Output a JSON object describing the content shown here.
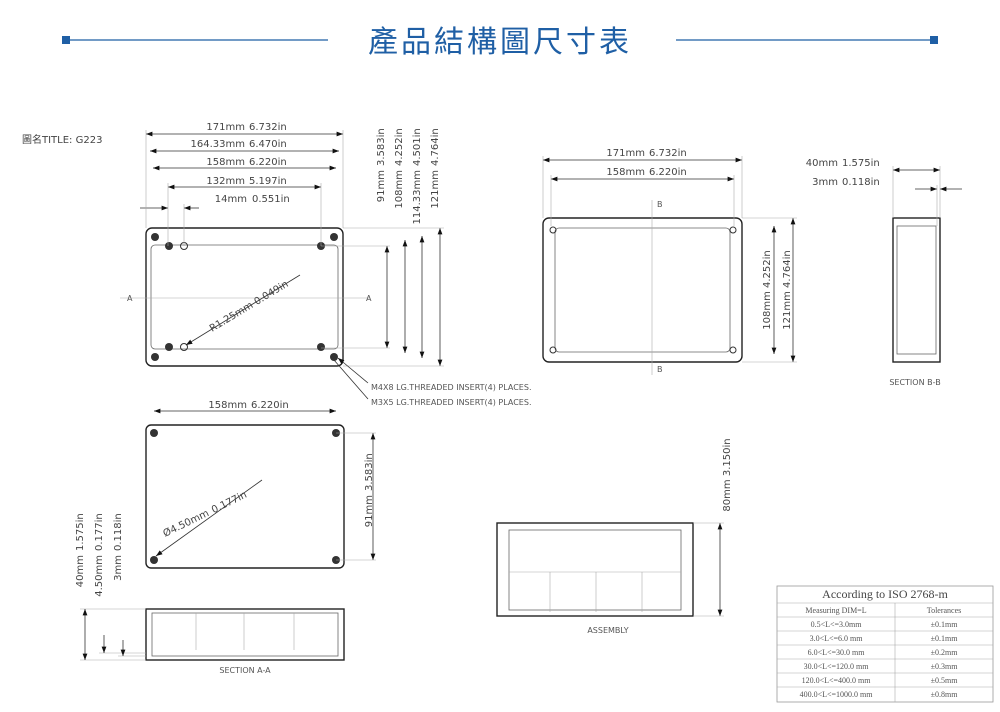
{
  "header": {
    "title": "產品結構圖尺寸表",
    "accent_color": "#1f5fa5"
  },
  "drawing_title": "圖名TITLE: G223",
  "top_view": {
    "dims_h": [
      {
        "mm": "171mm",
        "in": "6.732in"
      },
      {
        "mm": "164.33mm",
        "in": "6.470in"
      },
      {
        "mm": "158mm",
        "in": "6.220in"
      },
      {
        "mm": "132mm",
        "in": "5.197in"
      },
      {
        "mm": "14mm",
        "in": "0.551in"
      }
    ],
    "dims_v": [
      {
        "mm": "91mm",
        "in": "3.583in"
      },
      {
        "mm": "108mm",
        "in": "4.252in"
      },
      {
        "mm": "114.33mm",
        "in": "4.501in"
      },
      {
        "mm": "121mm",
        "in": "4.764in"
      }
    ],
    "radius": {
      "mm": "R1.25mm",
      "in": "0.049in"
    },
    "section_mark": "A",
    "callout_1": "M4X8 LG.THREADED INSERT(4) PLACES.",
    "callout_2": "M3X5 LG.THREADED INSERT(4) PLACES."
  },
  "bottom_view": {
    "dim_h": {
      "mm": "158mm",
      "in": "6.220in"
    },
    "dim_v": {
      "mm": "91mm",
      "in": "3.583in"
    },
    "hole": {
      "mm": "Ø4.50mm",
      "in": "0.177in"
    }
  },
  "section_a": {
    "label": "SECTION A-A",
    "dims": [
      {
        "mm": "40mm",
        "in": "1.575in"
      },
      {
        "mm": "4.50mm",
        "in": "0.177in"
      },
      {
        "mm": "3mm",
        "in": "0.118in"
      }
    ]
  },
  "lid_view": {
    "dims_h": [
      {
        "mm": "171mm",
        "in": "6.732in"
      },
      {
        "mm": "158mm",
        "in": "6.220in"
      }
    ],
    "dims_v": [
      {
        "mm": "108mm",
        "in": "4.252in"
      },
      {
        "mm": "121mm",
        "in": "4.764in"
      }
    ],
    "section_mark": "B"
  },
  "section_b": {
    "label": "SECTION B-B",
    "dims": [
      {
        "mm": "40mm",
        "in": "1.575in"
      },
      {
        "mm": "3mm",
        "in": "0.118in"
      }
    ]
  },
  "assembly": {
    "label": "ASSEMBLY",
    "dim": {
      "mm": "80mm",
      "in": "3.150in"
    }
  },
  "tolerance_table": {
    "title": "According to ISO 2768-m",
    "headers": [
      "Measuring  DIM=L",
      "Tolerances"
    ],
    "rows": [
      [
        "0.5<L<=3.0mm",
        "±0.1mm"
      ],
      [
        "3.0<L<=6.0 mm",
        "±0.1mm"
      ],
      [
        "6.0<L<=30.0 mm",
        "±0.2mm"
      ],
      [
        "30.0<L<=120.0 mm",
        "±0.3mm"
      ],
      [
        "120.0<L<=400.0 mm",
        "±0.5mm"
      ],
      [
        "400.0<L<=1000.0 mm",
        "±0.8mm"
      ]
    ]
  }
}
